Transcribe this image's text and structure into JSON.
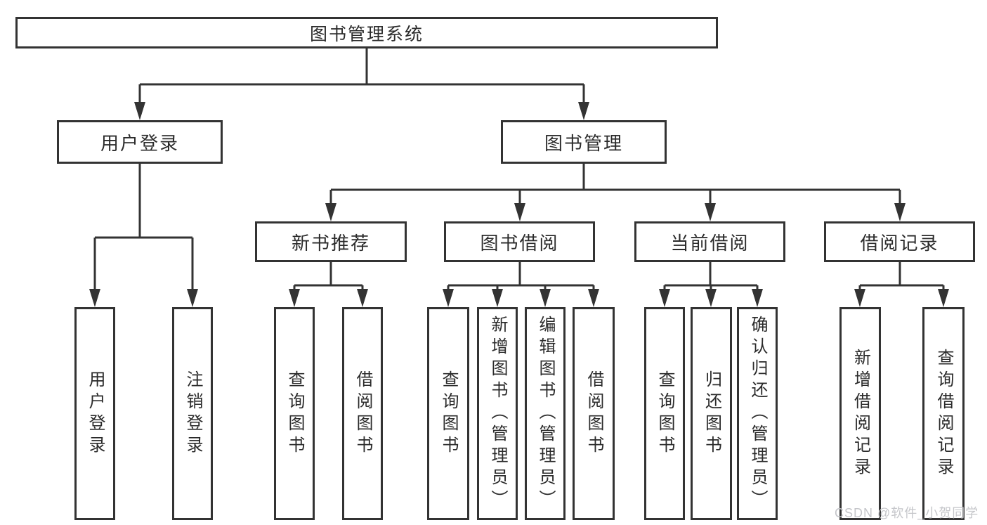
{
  "colors": {
    "line": "#333333",
    "text": "#2b2b2b",
    "box-bg": "#ffffff",
    "watermark": "#c5c6ca"
  },
  "tree": {
    "root": {
      "label": "图书管理系统"
    },
    "children": [
      {
        "label": "用户登录",
        "children": [
          {
            "label": "用户登录"
          },
          {
            "label": "注销登录"
          }
        ]
      },
      {
        "label": "图书管理",
        "children": [
          {
            "label": "新书推荐",
            "children": [
              {
                "label": "查询图书"
              },
              {
                "label": "借阅图书"
              }
            ]
          },
          {
            "label": "图书借阅",
            "children": [
              {
                "label": "查询图书"
              },
              {
                "label": "新增图书（管理员）"
              },
              {
                "label": "编辑图书（管理员）"
              },
              {
                "label": "借阅图书"
              }
            ]
          },
          {
            "label": "当前借阅",
            "children": [
              {
                "label": "查询图书"
              },
              {
                "label": "归还图书"
              },
              {
                "label": "确认归还（管理员）"
              }
            ]
          },
          {
            "label": "借阅记录",
            "children": [
              {
                "label": "新增借阅记录"
              },
              {
                "label": "查询借阅记录"
              }
            ]
          }
        ]
      }
    ]
  },
  "watermark": {
    "text": "CSDN @软件_小贺同学"
  }
}
